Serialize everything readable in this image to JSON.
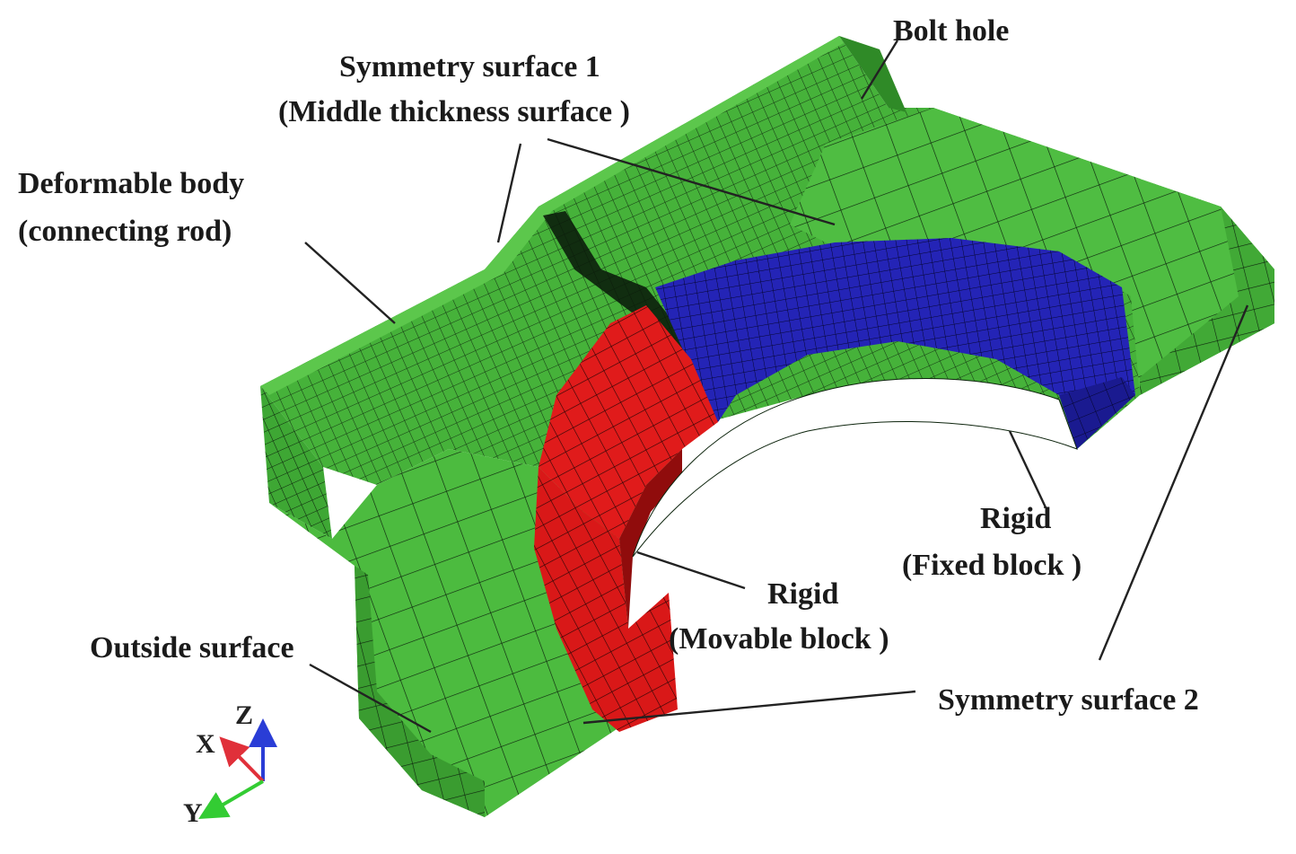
{
  "colors": {
    "deformable": "#46b23a",
    "deformable_dark": "#2f8a27",
    "deformable_light": "#5cc74c",
    "movable": "#e01b1b",
    "movable_dark": "#b01010",
    "fixed": "#2222b8",
    "fixed_dark": "#15157e",
    "mesh": "#0d240d",
    "leader": "#222222",
    "axis_x": "#e0303a",
    "axis_y": "#33cc33",
    "axis_z": "#2a3dd6"
  },
  "labels": {
    "bolt_hole": "Bolt hole",
    "sym1_line1": "Symmetry surface 1",
    "sym1_line2": "(Middle thickness surface )",
    "deform_line1": "Deformable body",
    "deform_line2": "(connecting rod)",
    "rigid_fixed_line1": "Rigid",
    "rigid_fixed_line2": "(Fixed block )",
    "rigid_movable_line1": "Rigid",
    "rigid_movable_line2": "(Movable block )",
    "outside_surface": "Outside surface",
    "sym2": "Symmetry surface 2"
  },
  "axes": {
    "x": "X",
    "y": "Y",
    "z": "Z"
  }
}
